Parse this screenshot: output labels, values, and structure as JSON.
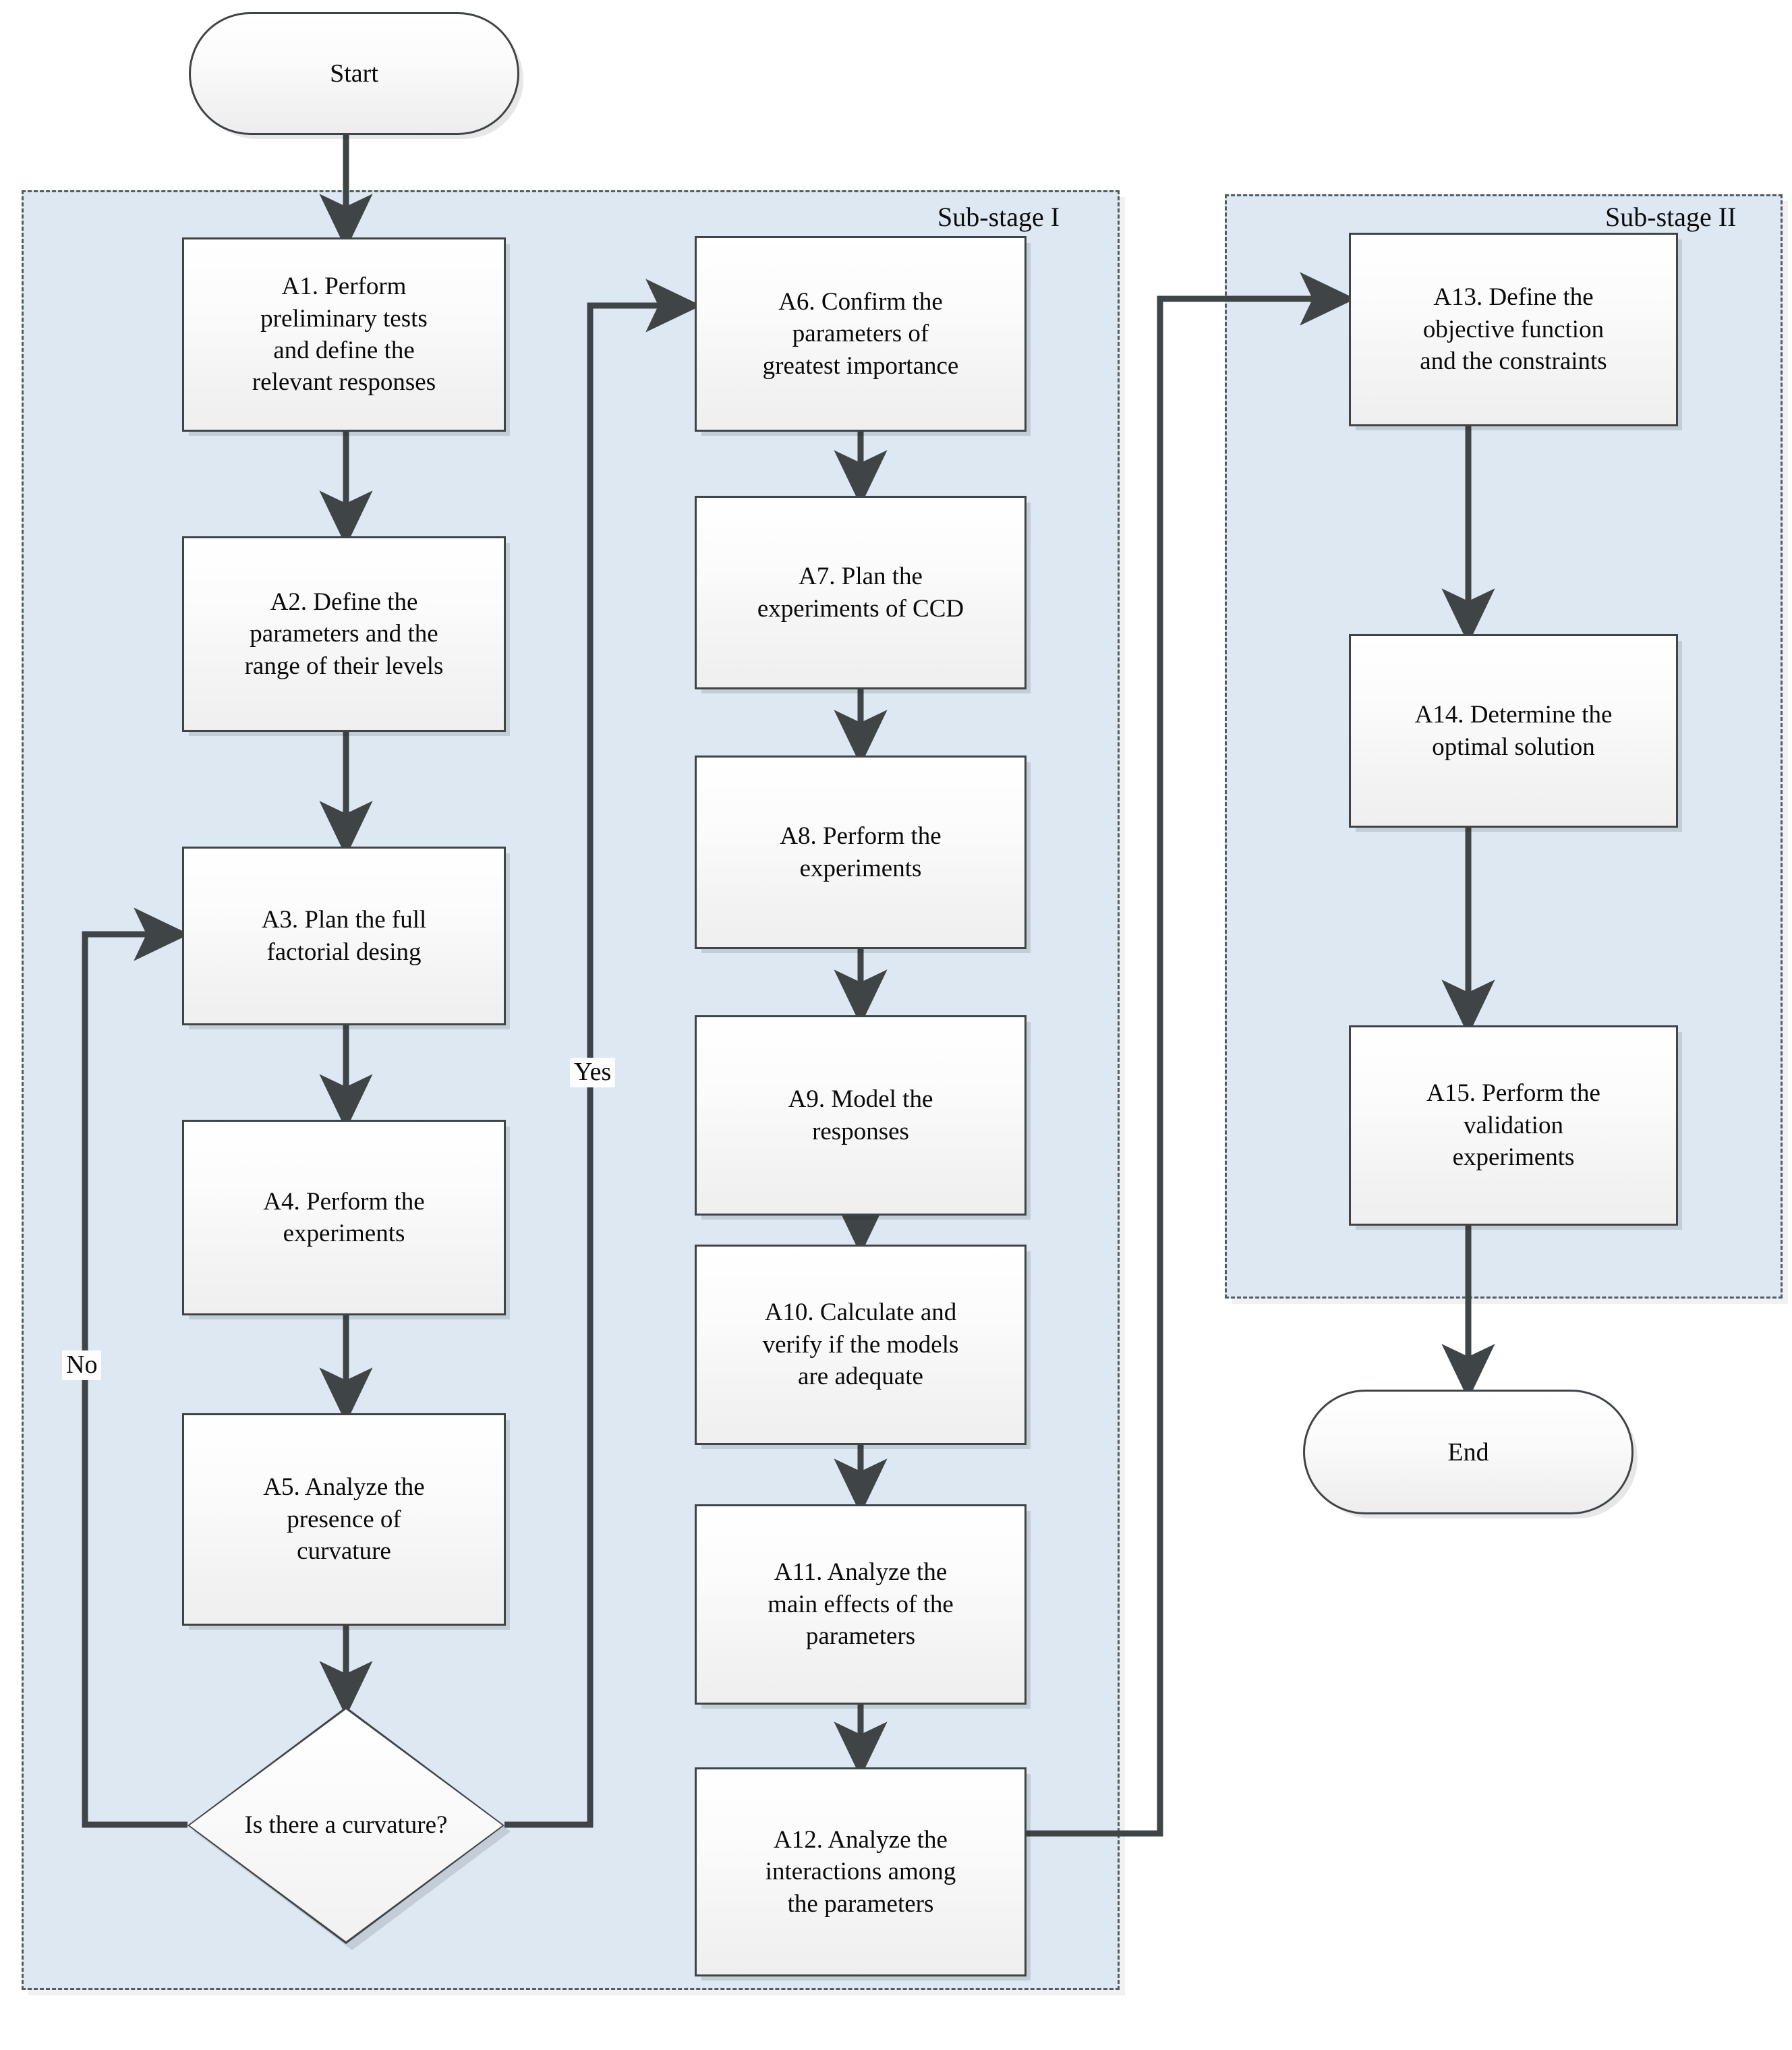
{
  "diagram": {
    "title": "DOE optimization procedure flowchart",
    "colors": {
      "stage_fill": "#dde8f3",
      "stage_border": "#555b60",
      "node_border": "#3f4447",
      "connector": "#3f4447",
      "text": "#0a0a0a",
      "page_background": "#ffffff"
    }
  },
  "stages": [
    {
      "id": "sub-stage-1",
      "label": "Sub-stage I"
    },
    {
      "id": "sub-stage-2",
      "label": "Sub-stage II"
    }
  ],
  "terminators": [
    {
      "id": "start",
      "label": "Start"
    },
    {
      "id": "end",
      "label": "End"
    }
  ],
  "decisions": [
    {
      "id": "d1",
      "line1": "Is there a",
      "line2": "curvature?"
    }
  ],
  "edge_labels": [
    {
      "id": "no",
      "label": "No"
    },
    {
      "id": "yes",
      "label": "Yes"
    }
  ],
  "nodes": [
    {
      "id": "A1",
      "lines": [
        "A1. Perform",
        "preliminary tests",
        "and define the",
        "relevant responses"
      ]
    },
    {
      "id": "A2",
      "lines": [
        "A2. Define the",
        "parameters and the",
        "range of their levels"
      ]
    },
    {
      "id": "A3",
      "lines": [
        "A3. Plan the full",
        "factorial desing"
      ]
    },
    {
      "id": "A4",
      "lines": [
        "A4. Perform the",
        "experiments"
      ]
    },
    {
      "id": "A5",
      "lines": [
        "A5. Analyze the",
        "presence of",
        "curvature"
      ]
    },
    {
      "id": "A6",
      "lines": [
        "A6. Confirm the",
        "parameters of",
        "greatest importance"
      ]
    },
    {
      "id": "A7",
      "lines": [
        "A7. Plan the",
        "experiments of CCD"
      ]
    },
    {
      "id": "A8",
      "lines": [
        "A8. Perform the",
        "experiments"
      ]
    },
    {
      "id": "A9",
      "lines": [
        "A9. Model the",
        "responses"
      ]
    },
    {
      "id": "A10",
      "lines": [
        "A10. Calculate and",
        "verify if the models",
        "are adequate"
      ]
    },
    {
      "id": "A11",
      "lines": [
        "A11. Analyze the",
        "main effects of the",
        "parameters"
      ]
    },
    {
      "id": "A12",
      "lines": [
        "A12. Analyze the",
        "interactions among",
        "the parameters"
      ]
    },
    {
      "id": "A13",
      "lines": [
        "A13. Define the",
        "objective function",
        "and the constraints"
      ]
    },
    {
      "id": "A14",
      "lines": [
        "A14. Determine the",
        "optimal solution"
      ]
    },
    {
      "id": "A15",
      "lines": [
        "A15. Perform the",
        "validation",
        "experiments"
      ]
    }
  ],
  "edges": [
    {
      "from": "start",
      "to": "A1",
      "label": ""
    },
    {
      "from": "A1",
      "to": "A2",
      "label": ""
    },
    {
      "from": "A2",
      "to": "A3",
      "label": ""
    },
    {
      "from": "A3",
      "to": "A4",
      "label": ""
    },
    {
      "from": "A4",
      "to": "A5",
      "label": ""
    },
    {
      "from": "A5",
      "to": "d1",
      "label": ""
    },
    {
      "from": "d1",
      "to": "A3",
      "label": "No"
    },
    {
      "from": "d1",
      "to": "A6",
      "label": "Yes"
    },
    {
      "from": "A6",
      "to": "A7",
      "label": ""
    },
    {
      "from": "A7",
      "to": "A8",
      "label": ""
    },
    {
      "from": "A8",
      "to": "A9",
      "label": ""
    },
    {
      "from": "A9",
      "to": "A10",
      "label": ""
    },
    {
      "from": "A10",
      "to": "A11",
      "label": ""
    },
    {
      "from": "A11",
      "to": "A12",
      "label": ""
    },
    {
      "from": "A12",
      "to": "A13",
      "label": ""
    },
    {
      "from": "A13",
      "to": "A14",
      "label": ""
    },
    {
      "from": "A14",
      "to": "A15",
      "label": ""
    },
    {
      "from": "A15",
      "to": "end",
      "label": ""
    }
  ]
}
